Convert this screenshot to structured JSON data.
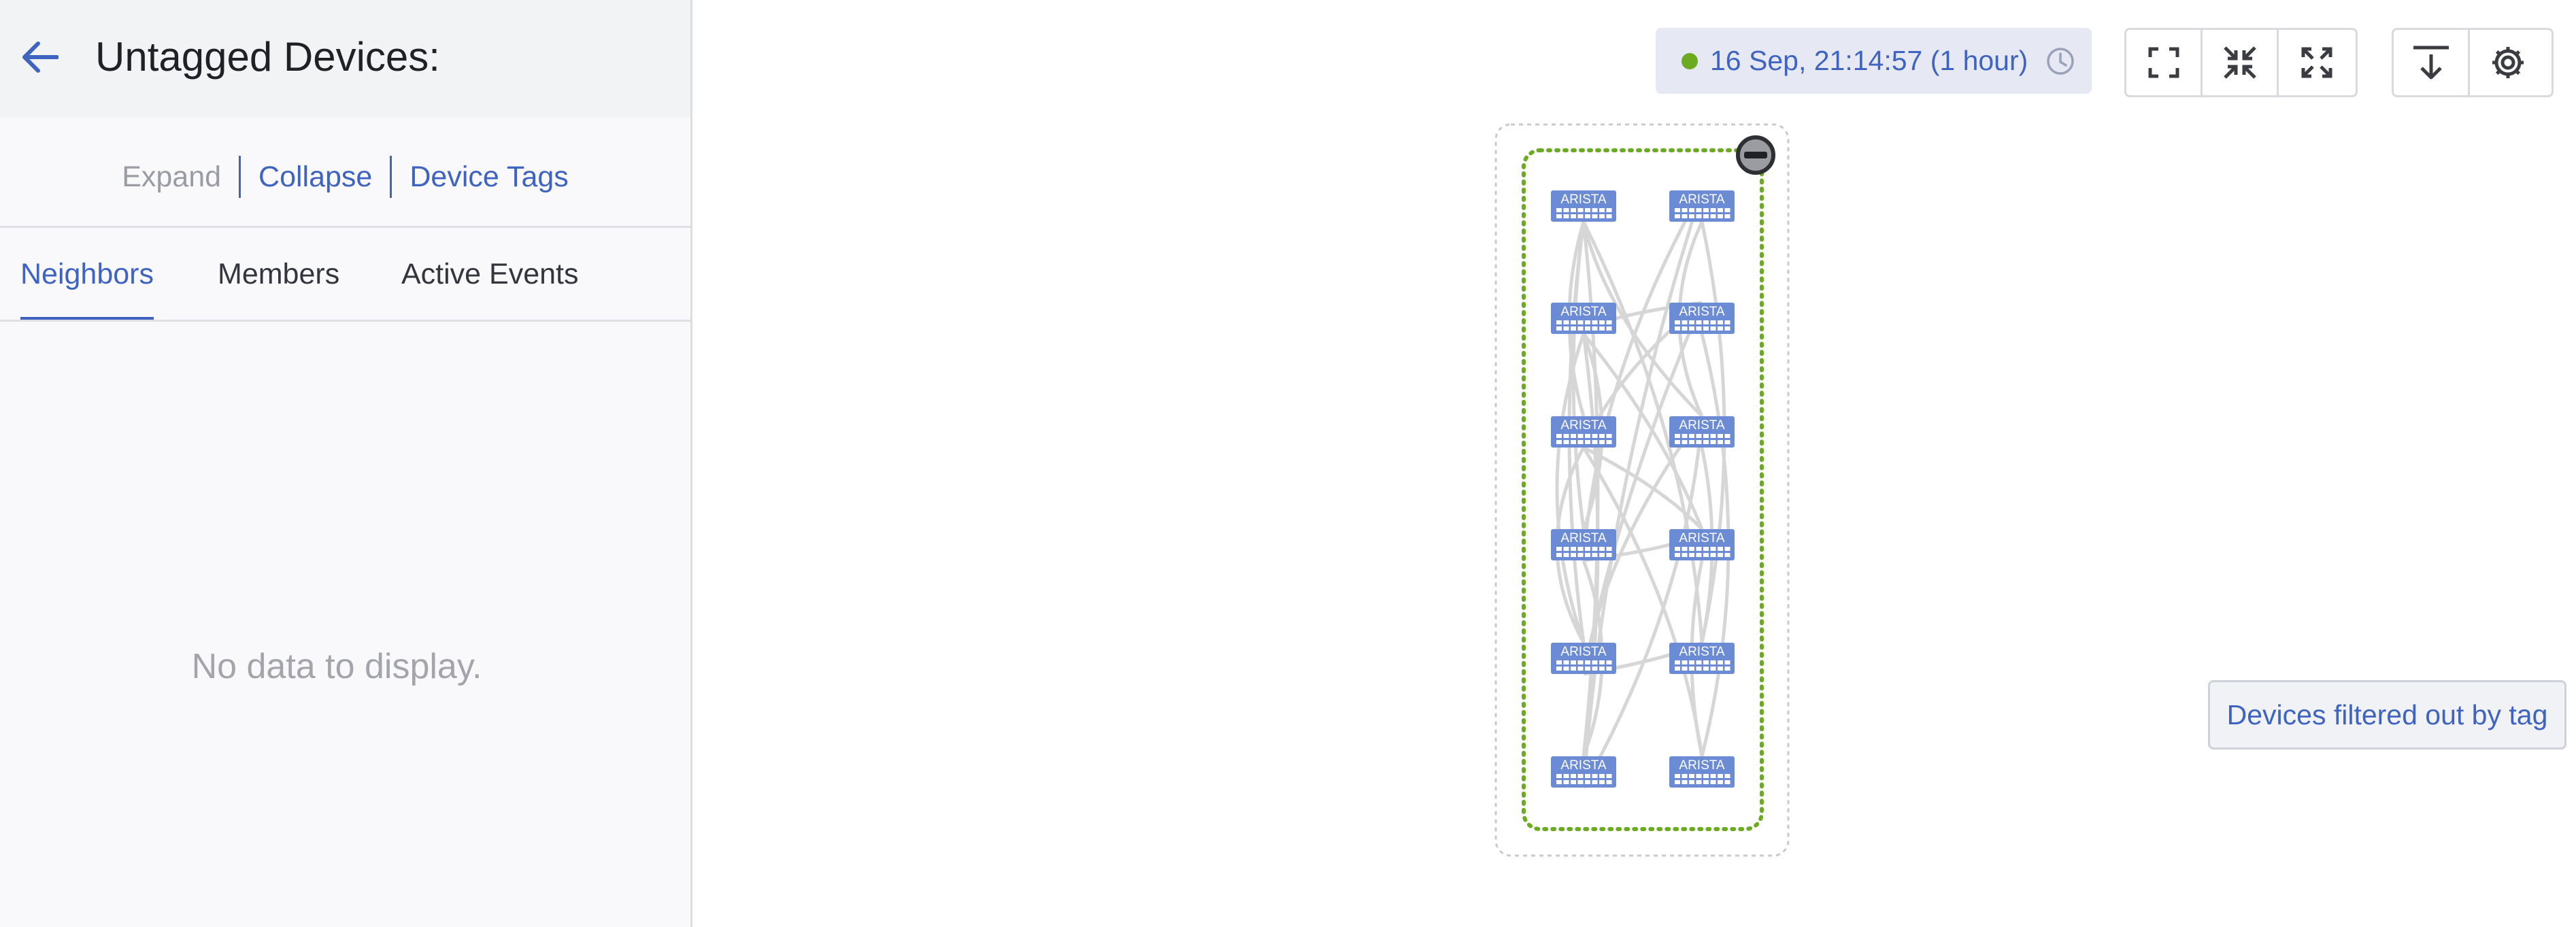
{
  "sidebar": {
    "title": "Untagged Devices:",
    "actions": {
      "expand": "Expand",
      "collapse": "Collapse",
      "device_tags": "Device Tags"
    },
    "tabs": [
      "Neighbors",
      "Members",
      "Active Events"
    ],
    "active_tab": "Neighbors",
    "empty_message": "No data to display."
  },
  "toolbar": {
    "time_range": "16 Sep, 21:14:57 (1 hour)",
    "status_color": "#6cab21",
    "view_buttons": [
      "fullscreen-icon",
      "collapse-icon",
      "expand-icon"
    ],
    "utility_buttons": [
      "download-icon",
      "gear-icon"
    ]
  },
  "topology": {
    "device_label": "ARISTA",
    "device_count": 12,
    "group_border_color": "#6cab21",
    "group_toggle_icon": "minus-circle-icon",
    "filtered_label": "Devices filtered out by tag"
  },
  "colors": {
    "accent": "#3e63c0",
    "device": "#6b8bd4",
    "link": "#d6d6d6"
  }
}
